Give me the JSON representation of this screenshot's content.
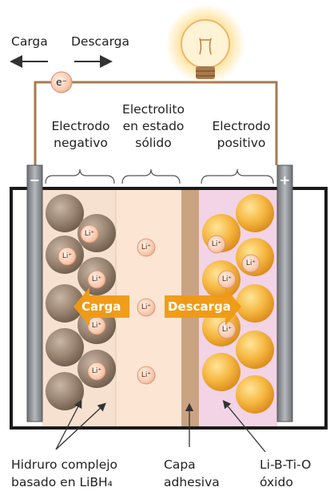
{
  "flow": {
    "charge_label": "Carga",
    "discharge_label": "Descarga",
    "electron_label": "e⁻"
  },
  "electrodes": {
    "negative_line1": "Electrodo",
    "negative_line2": "negativo",
    "electrolyte_line1": "Electrolito",
    "electrolyte_line2": "en estado",
    "electrolyte_line3": "sólido",
    "positive_line1": "Electrodo",
    "positive_line2": "positivo",
    "minus_sign": "−",
    "plus_sign": "+"
  },
  "ion_label": "Li⁺",
  "arrows": {
    "charge_label": "Carga",
    "discharge_label": "Descarga"
  },
  "bottom_labels": {
    "hydride_line1": "Hidruro complejo",
    "hydride_line2": "basado en LiBH₄",
    "adhesive_line1": "Capa",
    "adhesive_line2": "adhesiva",
    "oxide_line1": "Li-B-Ti-O",
    "oxide_line2": "óxido"
  },
  "colors": {
    "negative_particle": "#9b8573",
    "positive_particle": "#f5b740",
    "arrow": "#ef9a14",
    "adhesive_layer": "#c9a382",
    "positive_bg": "#f2d4e6",
    "electrolyte_bg": "#fce5d3",
    "negative_bg": "#f6e0cf",
    "wire": "#a97a4d",
    "collector": "#8a8d91"
  }
}
